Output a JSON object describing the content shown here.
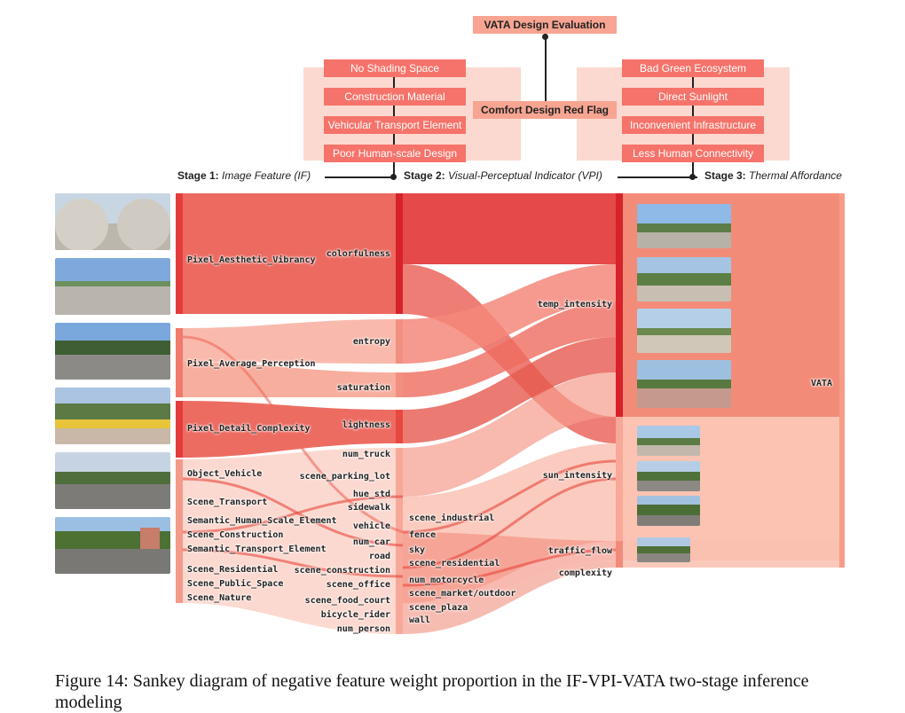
{
  "header": {
    "top_box": "VATA Design Evaluation",
    "center_box": "Comfort Design Red Flag",
    "left_boxes": [
      "No Shading Space",
      "Construction Material",
      "Vehicular Transport Element",
      "Poor Human-scale Design"
    ],
    "right_boxes": [
      "Bad Green Ecosystem",
      "Direct Sunlight",
      "Inconvenient Infrastructure",
      "Less Human Connectivity"
    ],
    "stage1_bold": "Stage 1:",
    "stage1_text": "Image Feature (IF)",
    "stage2_bold": "Stage 2:",
    "stage2_text": "Visual-Perceptual Indicator (VPI)",
    "stage3_bold": "Stage 3:",
    "stage3_text": "Thermal Affordance"
  },
  "chart_data": {
    "type": "sankey",
    "if_nodes": [
      "Pixel_Aesthetic_Vibrancy",
      "Pixel_Average_Perception",
      "Pixel_Detail_Complexity",
      "Object_Vehicle",
      "Scene_Transport",
      "Semantic_Human_Scale_Element",
      "Scene_Construction",
      "Semantic_Transport_Element",
      "Scene_Residential",
      "Scene_Public_Space",
      "Scene_Nature"
    ],
    "feature_nodes_left": [
      "colorfulness",
      "entropy",
      "saturation",
      "lightness",
      "num_truck",
      "scene_parking_lot",
      "hue_std",
      "sidewalk",
      "vehicle",
      "num_car",
      "road",
      "scene_construction",
      "scene_office",
      "scene_food_court",
      "bicycle_rider",
      "num_person"
    ],
    "feature_nodes_right": [
      "scene_industrial",
      "fence",
      "sky",
      "scene_residential",
      "num_motorcycle",
      "scene_market/outdoor",
      "scene_plaza",
      "wall"
    ],
    "vpi_nodes": [
      "temp_intensity",
      "sun_intensity",
      "traffic_flow",
      "complexity"
    ],
    "output_node": "VATA",
    "colors": {
      "strong": "#e23a3a",
      "light": "#f6a393",
      "bg": "#fbd9d0"
    }
  },
  "caption": "Figure 14: Sankey diagram of negative feature weight proportion in the IF-VPI-VATA two-stage inference modeling"
}
